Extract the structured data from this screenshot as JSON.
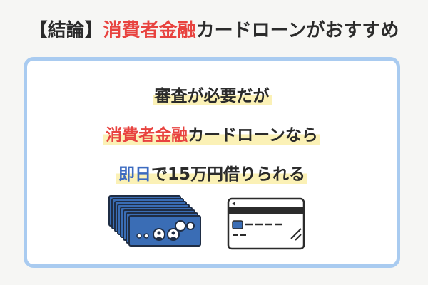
{
  "title": {
    "bracket_label": "【結論】",
    "accent": "消費者金融",
    "rest": "カードローンがおすすめ"
  },
  "panel": {
    "line1": "審査が必要だが",
    "line2_accent": "消費者金融",
    "line2_rest": "カードローンなら",
    "line3_accent": "即日",
    "line3_rest": "で15万円借りられる"
  },
  "colors": {
    "accent_red": "#e8433f",
    "accent_blue": "#3c6bc0",
    "panel_border": "#a9cbf0",
    "highlight": "#fbf1b6",
    "bill": "#3a6db5"
  },
  "icons": {
    "money": "banknote-stack-icon",
    "card": "credit-card-icon"
  }
}
